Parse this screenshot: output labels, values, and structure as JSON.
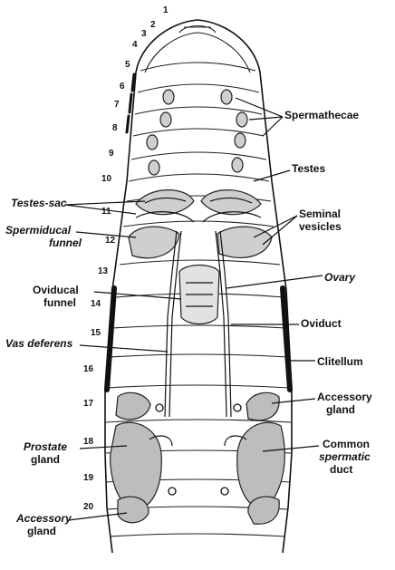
{
  "segments": [
    "1",
    "2",
    "3",
    "4",
    "5",
    "6",
    "7",
    "8",
    "9",
    "10",
    "11",
    "12",
    "13",
    "14",
    "15",
    "16",
    "17",
    "18",
    "19",
    "20"
  ],
  "labels": {
    "spermathecae": "Spermathecae",
    "testes": "Testes",
    "testes_sac": "Testes-sac",
    "seminal_vesicles_1": "Seminal",
    "seminal_vesicles_2": "vesicles",
    "spermiducal_funnel_1": "Spermiducal",
    "spermiducal_funnel_2": "funnel",
    "ovary": "Ovary",
    "oviducal_funnel_1": "Oviducal",
    "oviducal_funnel_2": "funnel",
    "oviduct": "Oviduct",
    "vas_deferens": "Vas deferens",
    "clitellum": "Clitellum",
    "accessory_gland_right_1": "Accessory",
    "accessory_gland_right_2": "gland",
    "prostate_gland_1": "Prostate",
    "prostate_gland_2": "gland",
    "common_spermatic_duct_1": "Common",
    "common_spermatic_duct_2": "spermatic",
    "common_spermatic_duct_3": "duct",
    "accessory_gland_left_1": "Accessory",
    "accessory_gland_left_2": "gland"
  }
}
